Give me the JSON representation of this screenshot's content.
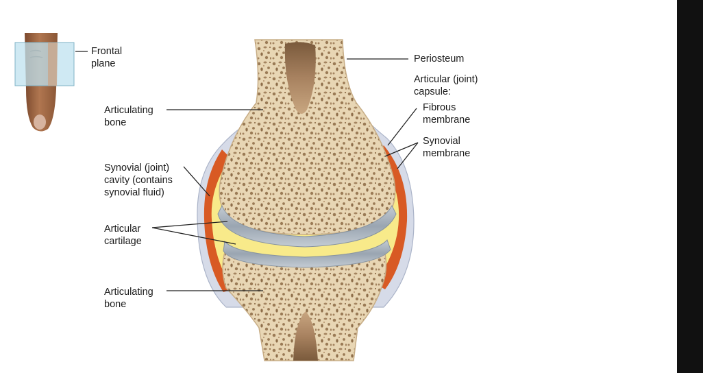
{
  "labels": {
    "frontal_plane": "Frontal\nplane",
    "periosteum": "Periosteum",
    "articular_capsule": "Articular (joint)\ncapsule:",
    "fibrous_membrane": "Fibrous\nmembrane",
    "synovial_membrane": "Synovial\nmembrane",
    "articulating_bone_upper": "Articulating\nbone",
    "synovial_cavity": "Synovial (joint)\ncavity (contains\nsynovial fluid)",
    "articular_cartilage": "Articular\ncartilage",
    "articulating_bone_lower": "Articulating\nbone"
  },
  "colors": {
    "bone": "#e8d6b4",
    "bone_dark": "#ccb48e",
    "pore": "#9a7a55",
    "marrow": "#9a7452",
    "cartilage": "#aab4bf",
    "cartilage_edge": "#8693a0",
    "fluid": "#f8ea8a",
    "synovial_membrane": "#d85a24",
    "fibrous_membrane": "#d6dbe8",
    "finger_skin": "#a66a48",
    "plane": "#bfe2ef",
    "sidebar": "#111111"
  }
}
